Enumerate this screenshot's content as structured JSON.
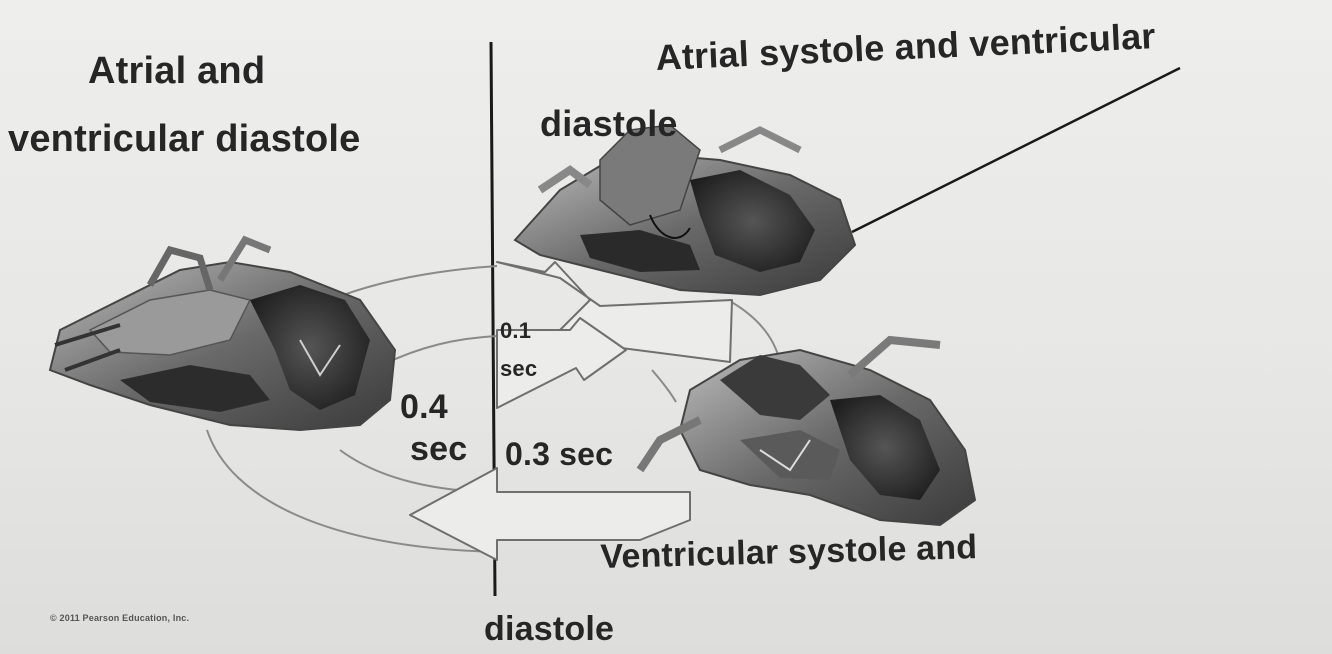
{
  "labels": {
    "atrial_ventricular_diastole_line1": "Atrial and",
    "atrial_ventricular_diastole_line2": "ventricular diastole",
    "atrial_systole_line1": "Atrial systole and ventricular",
    "atrial_systole_line2": "diastole",
    "ventricular_systole_line1": "Ventricular systole and",
    "ventricular_systole_line2": "diastole"
  },
  "durations": {
    "atrial_systole_time": "0.1",
    "atrial_systole_unit": "sec",
    "diastole_time": "0.4",
    "diastole_unit": "sec",
    "ventricular_systole": "0.3 sec"
  },
  "footer": {
    "copyright": "© 2011 Pearson Education, Inc."
  }
}
